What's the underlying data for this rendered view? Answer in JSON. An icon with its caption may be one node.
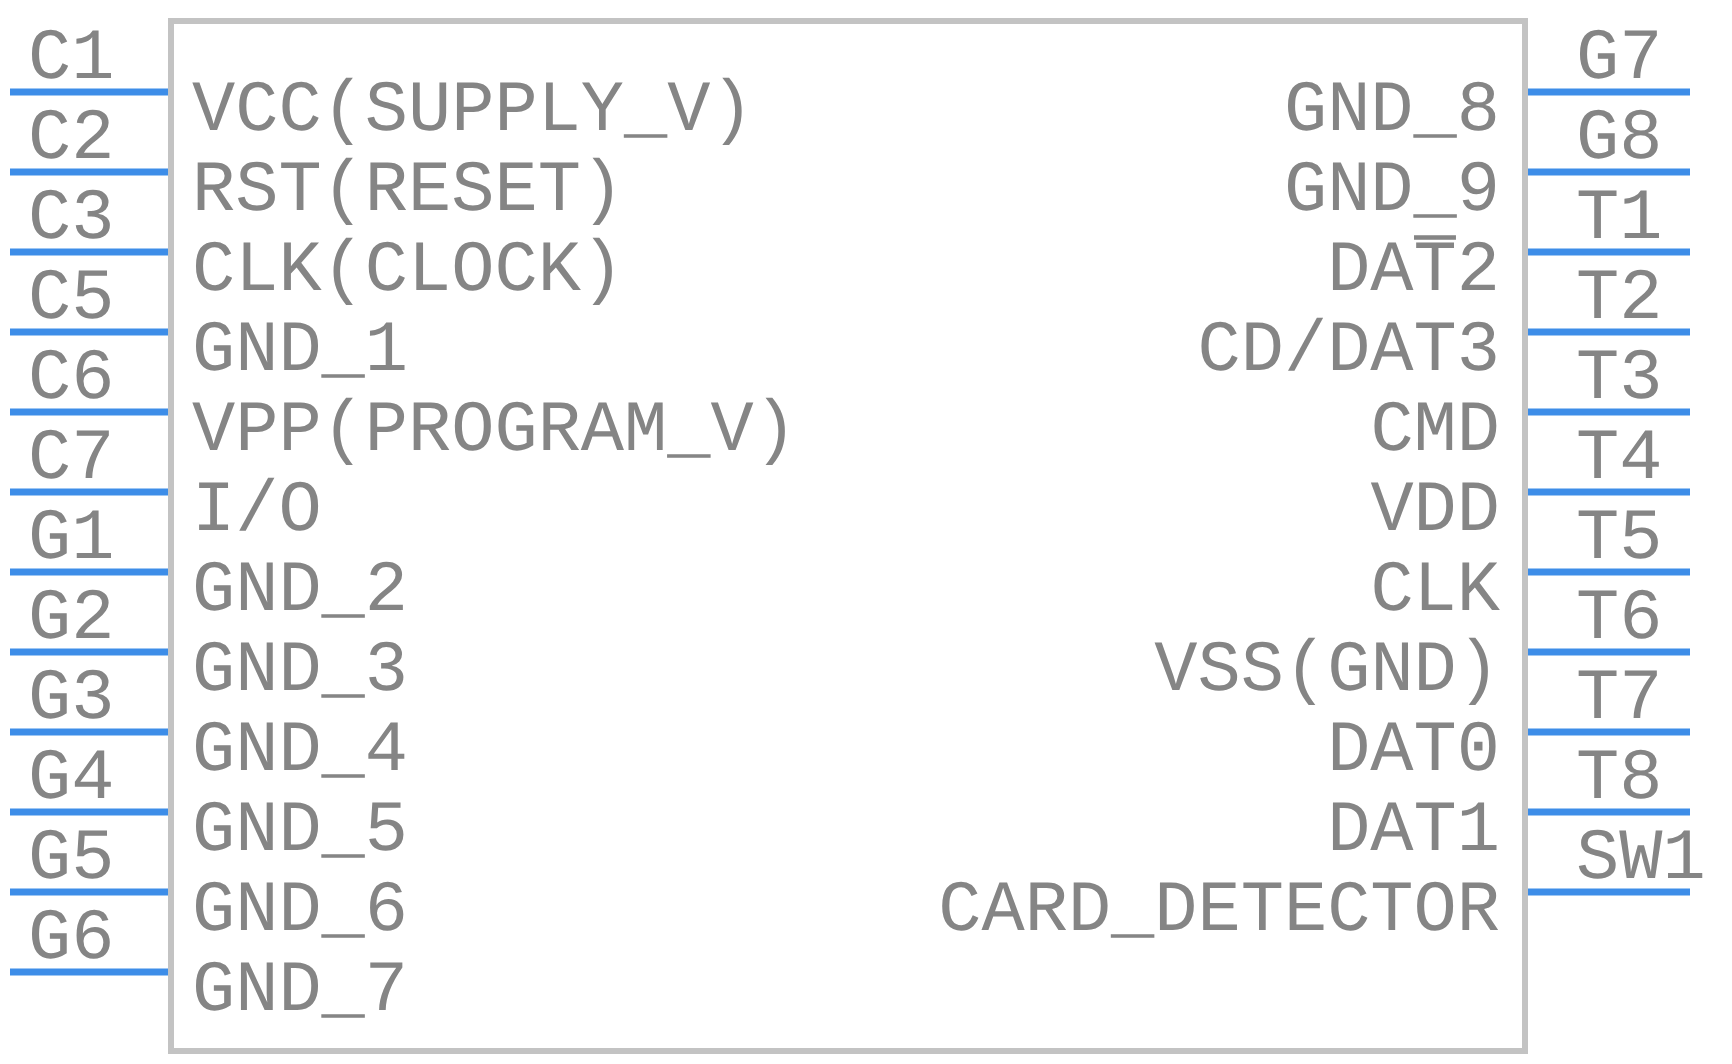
{
  "diagram": {
    "labels": [
      "C1",
      "G7",
      "C2",
      "VCC(SUPPLY_V)",
      "GND_8",
      "G8",
      "C3",
      "RST(RESET)",
      "GND_9",
      "T1",
      "C5",
      "CLK(CLOCK)",
      "DAT̅2",
      "T2",
      "C6",
      "GND_1",
      "CD/DAT3",
      "T3",
      "C7",
      "VPP(PROGRAM_V)",
      "CMD",
      "T4",
      "G1",
      "I/O",
      "VDD",
      "T5",
      "G2",
      "GND_2",
      "CLK",
      "T6",
      "G3",
      "GND_3",
      "VSS(GND)",
      "T7",
      "G4",
      "GND_4",
      "DAT0",
      "T8",
      "G5",
      "GND_5",
      "DAT1",
      "SW1",
      "G6",
      "GND_6",
      "CARD_DETECTOR",
      "GND_7"
    ]
  }
}
